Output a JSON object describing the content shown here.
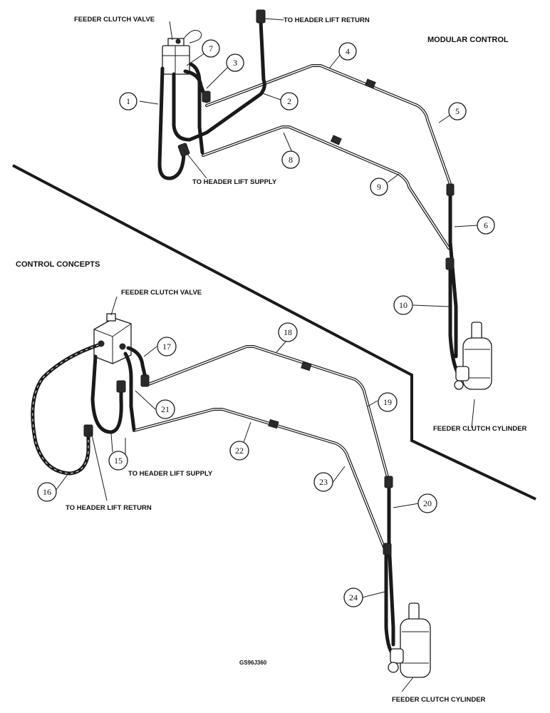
{
  "diagram": {
    "sections": {
      "modular_control": "MODULAR CONTROL",
      "control_concepts": "CONTROL CONCEPTS"
    },
    "labels": {
      "top_valve": "FEEDER CLUTCH VALVE",
      "top_return": "TO HEADER LIFT RETURN",
      "top_supply": "TO HEADER LIFT SUPPLY",
      "top_cylinder": "FEEDER CLUTCH CYLINDER",
      "bottom_valve": "FEEDER CLUTCH VALVE",
      "bottom_supply": "TO HEADER LIFT SUPPLY",
      "bottom_return": "TO HEADER LIFT RETURN",
      "bottom_cylinder": "FEEDER CLUTCH CYLINDER"
    },
    "figure_code": "GS96J360",
    "callouts": [
      "1",
      "2",
      "3",
      "4",
      "5",
      "6",
      "7",
      "8",
      "9",
      "10",
      "15",
      "16",
      "17",
      "18",
      "19",
      "20",
      "21",
      "22",
      "23",
      "24"
    ]
  }
}
